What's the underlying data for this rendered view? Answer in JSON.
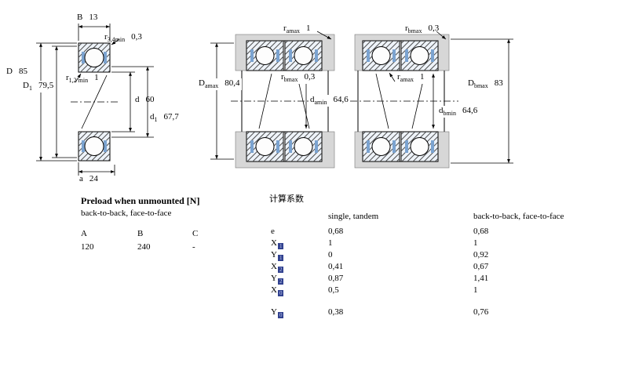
{
  "colors": {
    "seal_blue": "#7ba3d0",
    "housing_gray": "#d7d7d7",
    "subscript_highlight": "#31418f"
  },
  "drawing": {
    "left": {
      "B": {
        "sym": "B",
        "sub": "",
        "val": "13"
      },
      "r34": {
        "sym": "r",
        "sub": "3,4min",
        "val": "0,3"
      },
      "D": {
        "sym": "D",
        "sub": "",
        "val": "85"
      },
      "D1": {
        "sym": "D",
        "sub": "1",
        "val": "79,5"
      },
      "r12": {
        "sym": "r",
        "sub": "1,2 min",
        "val": "1"
      },
      "d": {
        "sym": "d",
        "sub": "",
        "val": "60"
      },
      "d1": {
        "sym": "d",
        "sub": "1",
        "val": "67,7"
      },
      "a": {
        "sym": "a",
        "sub": "",
        "val": "24"
      }
    },
    "middle": {
      "ramax": {
        "sym": "r",
        "sub": "amax",
        "val": "1"
      },
      "Damax": {
        "sym": "D",
        "sub": "amax",
        "val": "80,4"
      },
      "rbmax": {
        "sym": "r",
        "sub": "bmax",
        "val": "0,3"
      },
      "damin": {
        "sym": "d",
        "sub": "amin",
        "val": "64,6"
      }
    },
    "right": {
      "rbmax": {
        "sym": "r",
        "sub": "bmax",
        "val": "0,3"
      },
      "ramax": {
        "sym": "r",
        "sub": "amax",
        "val": "1"
      },
      "Dbmax": {
        "sym": "D",
        "sub": "bmax",
        "val": "83"
      },
      "dbmin": {
        "sym": "d",
        "sub": "bmin",
        "val": "64,6"
      }
    }
  },
  "preload": {
    "title": "Preload when unmounted [N]",
    "subtitle": "back-to-back, face-to-face",
    "headers": [
      "A",
      "B",
      "C"
    ],
    "values": [
      "120",
      "240",
      "-"
    ]
  },
  "factors": {
    "title": "计算系数",
    "col1": "single, tandem",
    "col2": "back-to-back, face-to-face",
    "rows": [
      {
        "sym": "e",
        "sub": "",
        "v1": "0,68",
        "v2": "0,68"
      },
      {
        "sym": "X",
        "sub": "1",
        "v1": "1",
        "v2": "1"
      },
      {
        "sym": "Y",
        "sub": "1",
        "v1": "0",
        "v2": "0,92"
      },
      {
        "sym": "X",
        "sub": "2",
        "v1": "0,41",
        "v2": "0,67"
      },
      {
        "sym": "Y",
        "sub": "2",
        "v1": "0,87",
        "v2": "1,41"
      },
      {
        "sym": "X",
        "sub": "0",
        "v1": "0,5",
        "v2": "1"
      },
      {
        "sym": "Y",
        "sub": "0",
        "v1": "0,38",
        "v2": "0,76"
      }
    ]
  }
}
